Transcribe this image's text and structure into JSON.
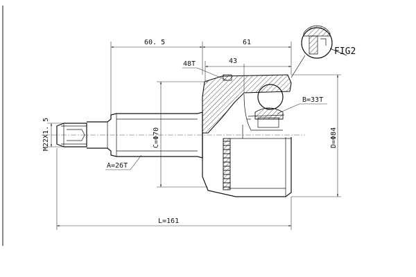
{
  "labels": {
    "dim_60_5": "60. 5",
    "dim_61": "61",
    "dim_43": "43",
    "teeth_48t": "48T",
    "fig2": "FIG2",
    "b_33t": "B=33T",
    "thread": "M22X1. 5",
    "c_phi70": "C=Φ70",
    "d_phi84": "D=Φ84",
    "a_26t": "A=26T",
    "l_161": "L=161"
  }
}
